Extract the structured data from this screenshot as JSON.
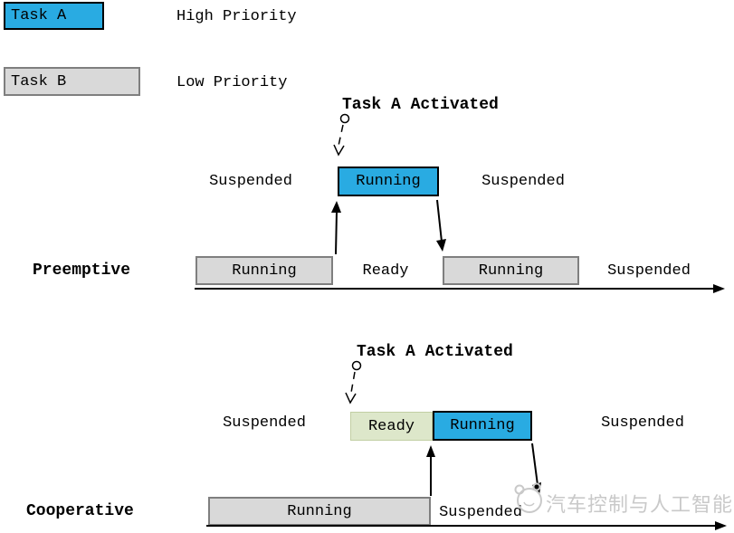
{
  "legend": {
    "task_a": {
      "label": "Task A",
      "priority": "High Priority"
    },
    "task_b": {
      "label": "Task B",
      "priority": "Low Priority"
    }
  },
  "preemptive": {
    "section_label": "Preemptive",
    "activation_label": "Task A Activated",
    "task_a": {
      "suspended_before": "Suspended",
      "running": "Running",
      "suspended_after": "Suspended"
    },
    "task_b": {
      "running_first": "Running",
      "ready": "Ready",
      "running_second": "Running",
      "suspended": "Suspended"
    }
  },
  "cooperative": {
    "section_label": "Cooperative",
    "activation_label": "Task A Activated",
    "task_a": {
      "suspended_before": "Suspended",
      "ready": "Ready",
      "running": "Running",
      "suspended_after": "Suspended"
    },
    "task_b": {
      "running": "Running",
      "suspended": "Suspended"
    }
  },
  "watermark": {
    "text": "汽车控制与人工智能"
  },
  "colors": {
    "task_a_fill": "#29ABE2",
    "task_b_fill": "#D9D9D9",
    "ready_fill": "#DDE7CA",
    "box_border_gray": "#7F7F7F",
    "watermark_gray": "#C9C9C9"
  }
}
